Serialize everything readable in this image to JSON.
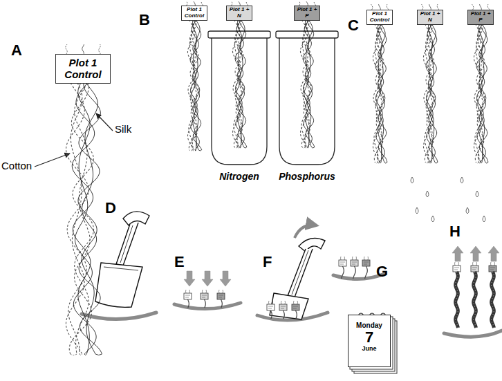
{
  "diagram": {
    "nodes": [
      {
        "text": [
          "Plot 1 Control"
        ]
      },
      {
        "text": [
          "Plot 1 Control"
        ]
      },
      {
        "text": [
          "Nitrogen"
        ]
      },
      {
        "text": [
          "Plot 1 + N"
        ],
        "in": 2
      },
      {
        "text": [
          "Phosphorus"
        ]
      },
      {
        "text": [
          "Plot 1 + P"
        ],
        "in": 4
      },
      {
        "text": [
          "Plot 1 Control"
        ]
      },
      {
        "text": [
          "Plot 1 + N"
        ]
      },
      {
        "text": [
          "Plot 1 + P"
        ]
      },
      {
        "text": [
          "Monday",
          "7",
          "June"
        ]
      }
    ],
    "labels": [
      "A",
      "Cotton",
      "Silk",
      "B",
      "C",
      "D",
      "E",
      "F",
      "G",
      "H"
    ]
  }
}
